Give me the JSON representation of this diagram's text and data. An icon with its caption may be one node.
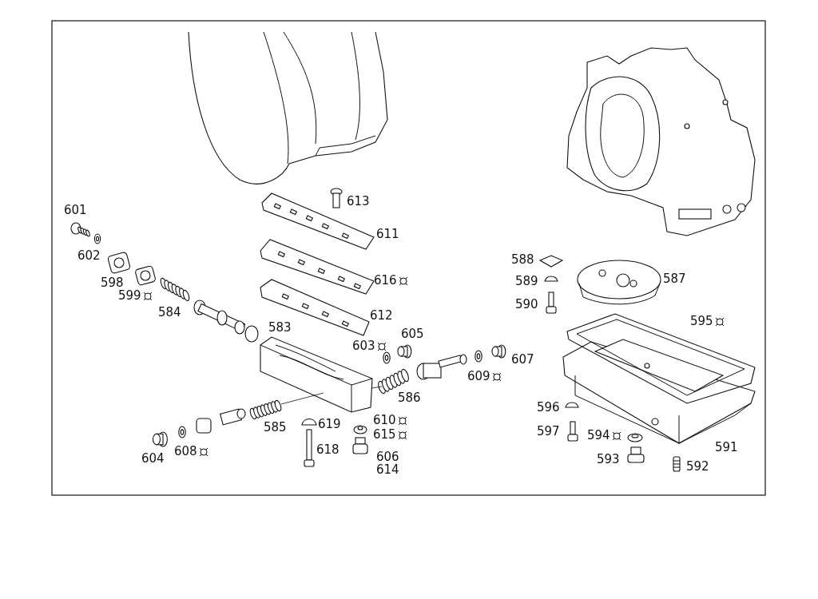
{
  "diagram": {
    "labels": [
      "601",
      "613",
      "611",
      "602",
      "588",
      "598",
      "616",
      "589",
      "587",
      "599",
      "584",
      "612",
      "590",
      "595",
      "583",
      "603",
      "605",
      "607",
      "609",
      "586",
      "596",
      "585",
      "619",
      "610",
      "597",
      "594",
      "615",
      "618",
      "604",
      "608",
      "606",
      "591",
      "593",
      "592",
      "614"
    ]
  }
}
